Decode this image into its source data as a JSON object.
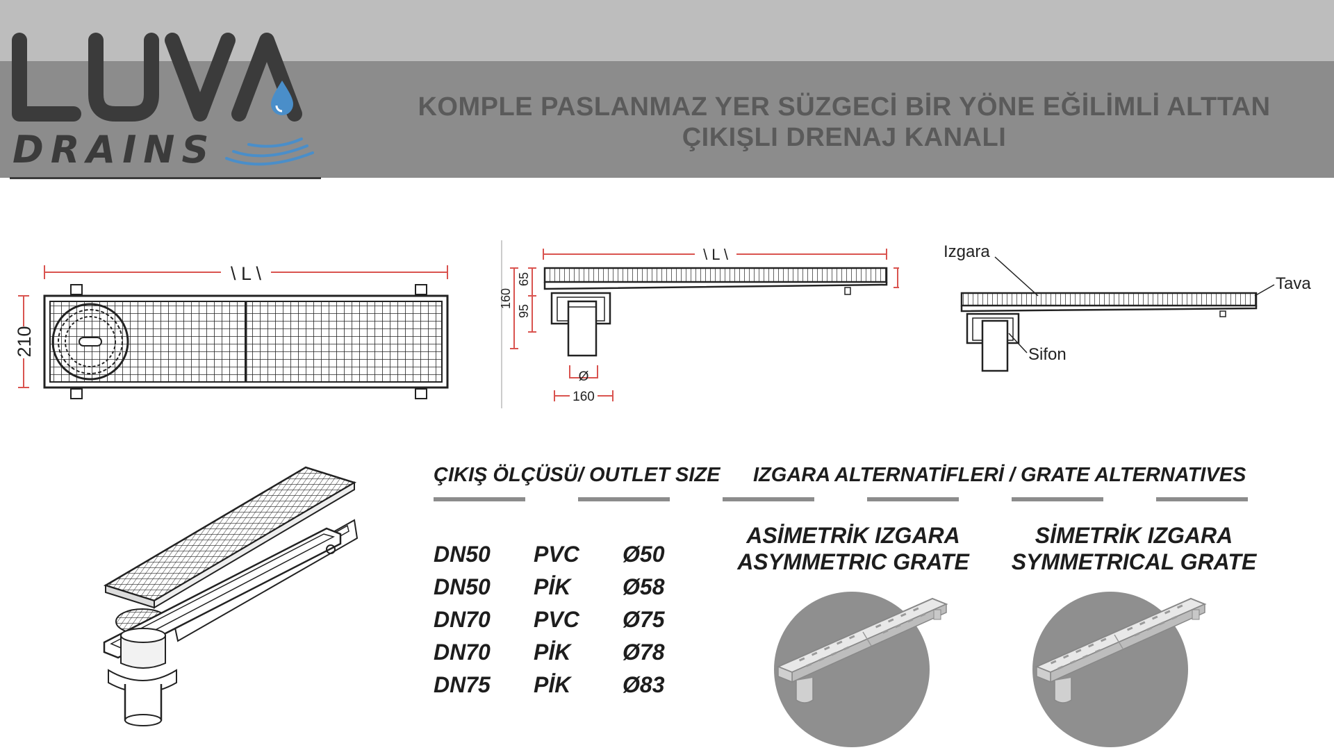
{
  "header": {
    "brand_primary": "LUVA",
    "brand_secondary": "DRAINS",
    "title_line1": "KOMPLE PASLANMAZ YER SÜZGECİ BİR YÖNE EĞİLİMLİ ALTTAN",
    "title_line2": "ÇIKIŞLI DRENAJ KANALI"
  },
  "drawings": {
    "plan": {
      "length_label": "\\ L \\",
      "width_label": "210"
    },
    "side": {
      "length_label": "\\ L \\",
      "dim_65": "65",
      "dim_95": "95",
      "dim_160_vertical": "160",
      "dim_diameter": "Ø",
      "dim_160_horizontal": "160"
    },
    "labels": {
      "grate": "Izgara",
      "tray": "Tava",
      "siphon": "Sifon"
    }
  },
  "outlet": {
    "heading": "ÇIKIŞ ÖLÇÜSÜ/ OUTLET SIZE",
    "rows": [
      {
        "dn": "DN50",
        "material": "PVC",
        "diameter": "Ø50"
      },
      {
        "dn": "DN50",
        "material": "PİK",
        "diameter": "Ø58"
      },
      {
        "dn": "DN70",
        "material": "PVC",
        "diameter": "Ø75"
      },
      {
        "dn": "DN70",
        "material": "PİK",
        "diameter": "Ø78"
      },
      {
        "dn": "DN75",
        "material": "PİK",
        "diameter": "Ø83"
      }
    ]
  },
  "grates": {
    "heading": "IZGARA ALTERNATİFLERİ / GRATE ALTERNATIVES",
    "asymmetric": {
      "line1": "ASİMETRİK IZGARA",
      "line2": "ASYMMETRIC GRATE"
    },
    "symmetric": {
      "line1": "SİMETRİK IZGARA",
      "line2": "SYMMETRICAL GRATE"
    }
  },
  "colors": {
    "header_top": "#bdbdbd",
    "header_main": "#8c8c8c",
    "title_text": "#5a5a5a",
    "accent_bar": "#8c8c8c",
    "dimension_red": "#d9534f"
  }
}
